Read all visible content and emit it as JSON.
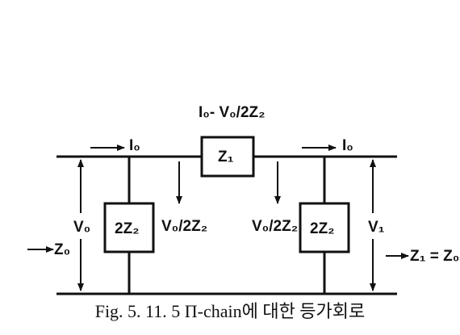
{
  "diagram": {
    "labels": {
      "top_current": "I₀- V₀/2Z₂",
      "left_current": "I₀",
      "right_current": "I₀",
      "z1_box": "Z₁",
      "left_shunt_box": "2Z₂",
      "right_shunt_box": "2Z₂",
      "left_branch_current": "V₀/2Z₂",
      "right_branch_current": "V₀/2Z₂",
      "v_in": "V₀",
      "v_out": "V₁",
      "z_in": "Z₀",
      "z_out": "Z₁ = Z₀"
    }
  },
  "caption": "Fig. 5. 11. 5   Π-chain에  대한  등가회로"
}
